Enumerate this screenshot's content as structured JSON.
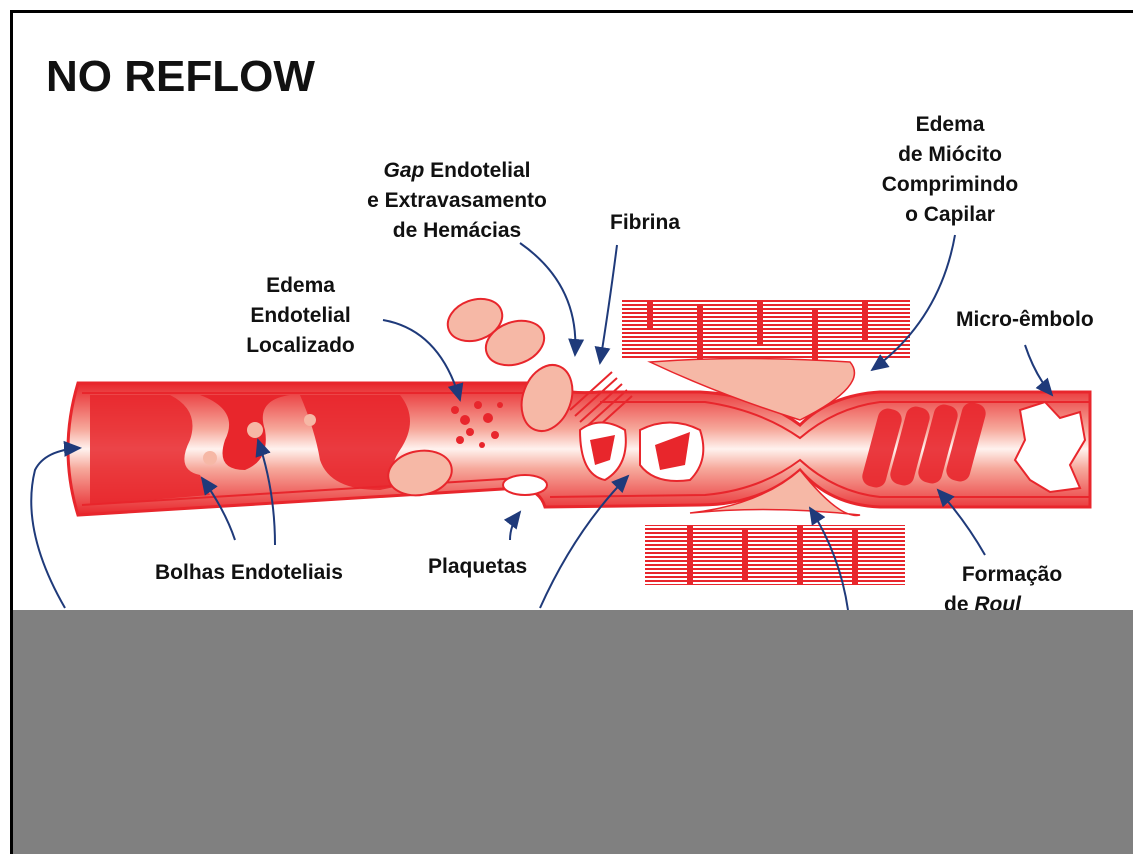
{
  "title": "NO REFLOW",
  "labels": {
    "gap_italic": "Gap",
    "gap_rest": " Endotelial",
    "gap_line2": "e Extravasamento",
    "gap_line3": "de Hemácias",
    "fibrina": "Fibrina",
    "edema_miocito_1": "Edema",
    "edema_miocito_2": "de Miócito",
    "edema_miocito_3": "Comprimindo",
    "edema_miocito_4": "o Capilar",
    "edema_endo_1": "Edema",
    "edema_endo_2": "Endotelial",
    "edema_endo_3": "Localizado",
    "micro_embolo": "Micro-êmbolo",
    "bolhas": "Bolhas Endoteliais",
    "plaquetas": "Plaquetas",
    "formacao_1": "Formação",
    "formacao_2_prefix": "de ",
    "formacao_2_italic": "Roul"
  },
  "colors": {
    "vessel_red": "#e8262c",
    "vessel_pink": "#f7b9a8",
    "cell_fill": "#f6b8a6",
    "arrow": "#1f3a7a",
    "occluder": "#808080"
  }
}
